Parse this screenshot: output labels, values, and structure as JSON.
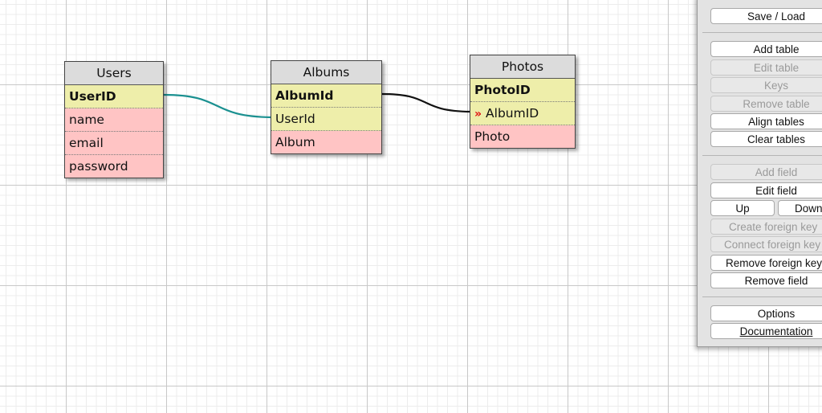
{
  "tables": [
    {
      "title": "Users",
      "rows": [
        {
          "name": "UserID",
          "kind": "pk"
        },
        {
          "name": "name",
          "kind": "plain"
        },
        {
          "name": "email",
          "kind": "plain"
        },
        {
          "name": "password",
          "kind": "plain"
        }
      ]
    },
    {
      "title": "Albums",
      "rows": [
        {
          "name": "AlbumId",
          "kind": "pk"
        },
        {
          "name": "UserId",
          "kind": "fk"
        },
        {
          "name": "Album",
          "kind": "plain"
        }
      ]
    },
    {
      "title": "Photos",
      "rows": [
        {
          "name": "PhotoID",
          "kind": "pk"
        },
        {
          "name": "AlbumID",
          "kind": "fk",
          "marker": "»"
        },
        {
          "name": "Photo",
          "kind": "plain"
        }
      ]
    }
  ],
  "relations": [
    {
      "from": "Users.UserID",
      "to": "Albums.UserId",
      "color": "#1a9090"
    },
    {
      "from": "Albums.AlbumId",
      "to": "Photos.AlbumID",
      "color": "#111111"
    }
  ],
  "toolbar": {
    "save_load": "Save / Load",
    "add_table": "Add table",
    "edit_table": "Edit table",
    "keys": "Keys",
    "remove_table": "Remove table",
    "align_tables": "Align tables",
    "clear_tables": "Clear tables",
    "add_field": "Add field",
    "edit_field": "Edit field",
    "up": "Up",
    "down": "Down",
    "create_foreign_key": "Create foreign key",
    "connect_foreign_key": "Connect foreign key",
    "remove_foreign_key": "Remove foreign key",
    "remove_field": "Remove field",
    "options": "Options",
    "documentation": "Documentation"
  },
  "colors": {
    "title_bg": "#dcdcdc",
    "key_row_bg": "#eeeeaa",
    "field_row_bg": "#ffc4c4",
    "fk_marker": "#e01010",
    "panel_bg": "#e3e3e3"
  }
}
